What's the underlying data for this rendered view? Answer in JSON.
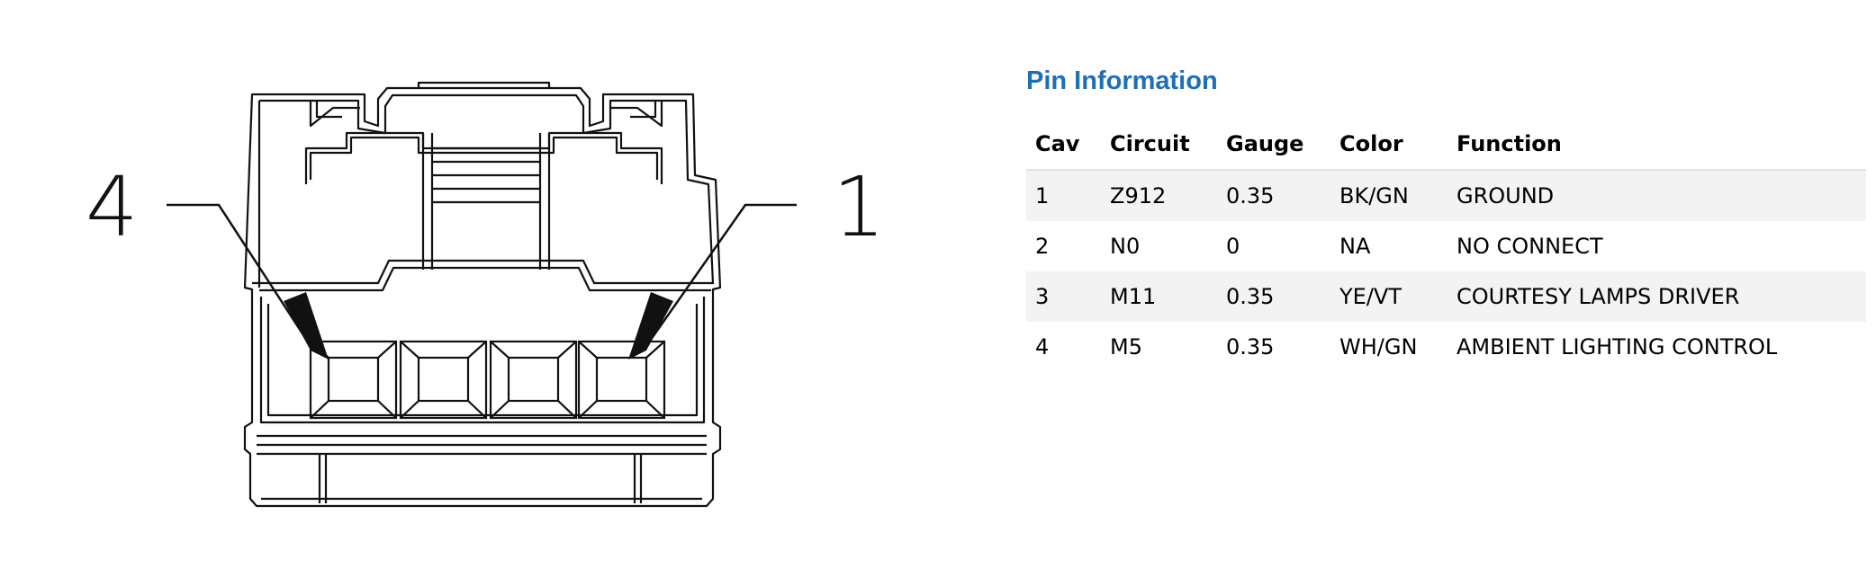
{
  "diagram": {
    "callout_left": "4",
    "callout_right": "1"
  },
  "pin_info": {
    "title": "Pin Information",
    "columns": [
      "Cav",
      "Circuit",
      "Gauge",
      "Color",
      "Function"
    ],
    "rows": [
      {
        "cav": "1",
        "circuit": "Z912",
        "gauge": "0.35",
        "color": "BK/GN",
        "function": "GROUND"
      },
      {
        "cav": "2",
        "circuit": "N0",
        "gauge": "0",
        "color": "NA",
        "function": "NO CONNECT"
      },
      {
        "cav": "3",
        "circuit": "M11",
        "gauge": "0.35",
        "color": "YE/VT",
        "function": "COURTESY LAMPS DRIVER"
      },
      {
        "cav": "4",
        "circuit": "M5",
        "gauge": "0.35",
        "color": "WH/GN",
        "function": "AMBIENT LIGHTING CONTROL"
      }
    ]
  },
  "colors": {
    "title_blue": "#1f6fb5",
    "row_shade": "#f3f3f3"
  }
}
